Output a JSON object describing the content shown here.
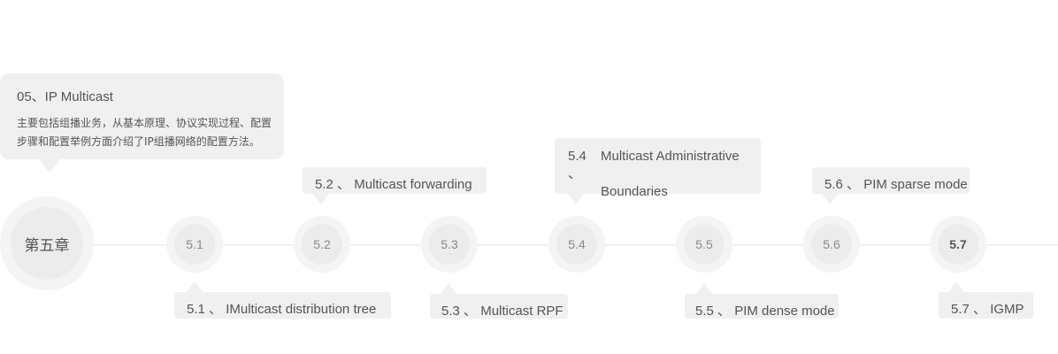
{
  "intro": {
    "title": "05、IP Multicast",
    "description": "主要包括组播业务，从基本原理、协议实现过程、配置步骤和配置举例方面介绍了IP组播网络的配置方法。"
  },
  "chapter": {
    "label": "第五章"
  },
  "nodes": [
    {
      "label": "5.1",
      "emphasis": false
    },
    {
      "label": "5.2",
      "emphasis": false
    },
    {
      "label": "5.3",
      "emphasis": false
    },
    {
      "label": "5.4",
      "emphasis": false
    },
    {
      "label": "5.5",
      "emphasis": false
    },
    {
      "label": "5.6",
      "emphasis": false
    },
    {
      "label": "5.7",
      "emphasis": true
    }
  ],
  "sections": [
    {
      "number": "5.1",
      "sep": "、",
      "title": "IMulticast distribution tree"
    },
    {
      "number": "5.2",
      "sep": "、",
      "title": "Multicast forwarding"
    },
    {
      "number": "5.3",
      "sep": "、",
      "title": "Multicast RPF"
    },
    {
      "number": "5.4",
      "sep": "、",
      "title": "Multicast Administrative",
      "title2": "Boundaries"
    },
    {
      "number": "5.5",
      "sep": "、",
      "title": "PIM dense mode"
    },
    {
      "number": "5.6",
      "sep": "、",
      "title": "PIM sparse mode"
    },
    {
      "number": "5.7",
      "sep": "、",
      "title": "IGMP"
    }
  ],
  "colors": {
    "callout_bg": "#f0f0f0",
    "node_outer": "#f4f4f4",
    "node_inner": "#ececec",
    "text": "#555555"
  }
}
